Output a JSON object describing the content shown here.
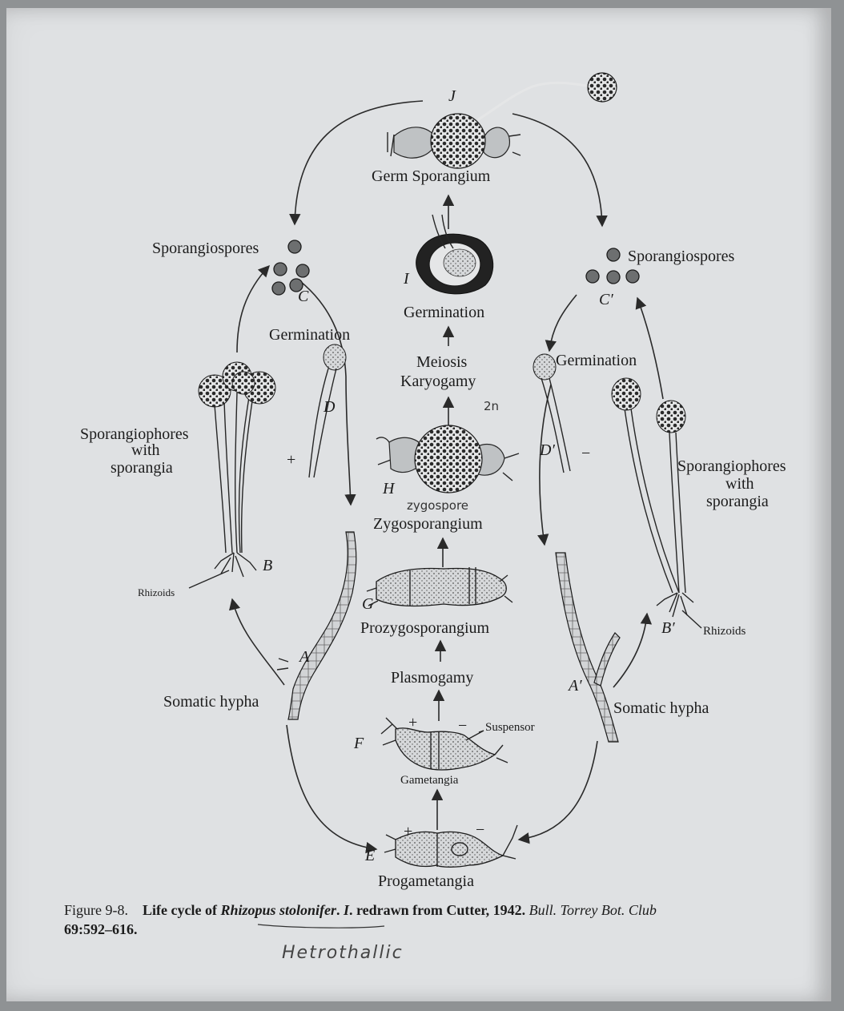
{
  "diagram": {
    "stage_letters": {
      "J": "J",
      "I": "I",
      "H": "H",
      "G": "G",
      "F": "F",
      "E": "E",
      "A": "A",
      "B": "B",
      "C": "C",
      "D": "D",
      "A_prime": "A′",
      "B_prime": "B′",
      "C_prime": "C′",
      "D_prime": "D′"
    },
    "labels": {
      "germ_sporangium": "Germ Sporangium",
      "germination_center": "Germination",
      "meiosis": "Meiosis",
      "karyogamy": "Karyogamy",
      "zygosporangium": "Zygosporangium",
      "prozygosporangium": "Prozygosporangium",
      "plasmogamy": "Plasmogamy",
      "suspensor": "Suspensor",
      "gametangia": "Gametangia",
      "progametangia": "Progametangia",
      "sporangiospores_left": "Sporangiospores",
      "sporangiospores_right": "Sporangiospores",
      "germination_left": "Germination",
      "germination_right": "Germination",
      "sporangiophores_left": [
        "Sporangiophores",
        "with",
        "sporangia"
      ],
      "sporangiophores_right": [
        "Sporangiophores",
        "with",
        "sporangia"
      ],
      "rhizoids_left": "Rhizoids",
      "rhizoids_right": "Rhizoids",
      "somatic_hypha_left": "Somatic hypha",
      "somatic_hypha_right": "Somatic hypha"
    },
    "signs": {
      "D_plus": "+",
      "D_prime_minus": "−",
      "F_plus": "+",
      "F_minus": "−",
      "E_plus": "+",
      "E_minus": "−"
    },
    "handwritten": {
      "zygospore_note": "zygospore",
      "number_note": "2n",
      "bottom_note": "Hetrothallic"
    }
  },
  "caption": {
    "figure_label": "Figure 9-8.",
    "text_1": "Life cycle of ",
    "species": "Rhizopus stolonifer",
    "text_2": ". ",
    "panel": "I",
    "text_3": ". redrawn from Cutter, 1942. ",
    "journal": "Bull. Torrey Bot. Club",
    "citation": "69:592–616."
  }
}
